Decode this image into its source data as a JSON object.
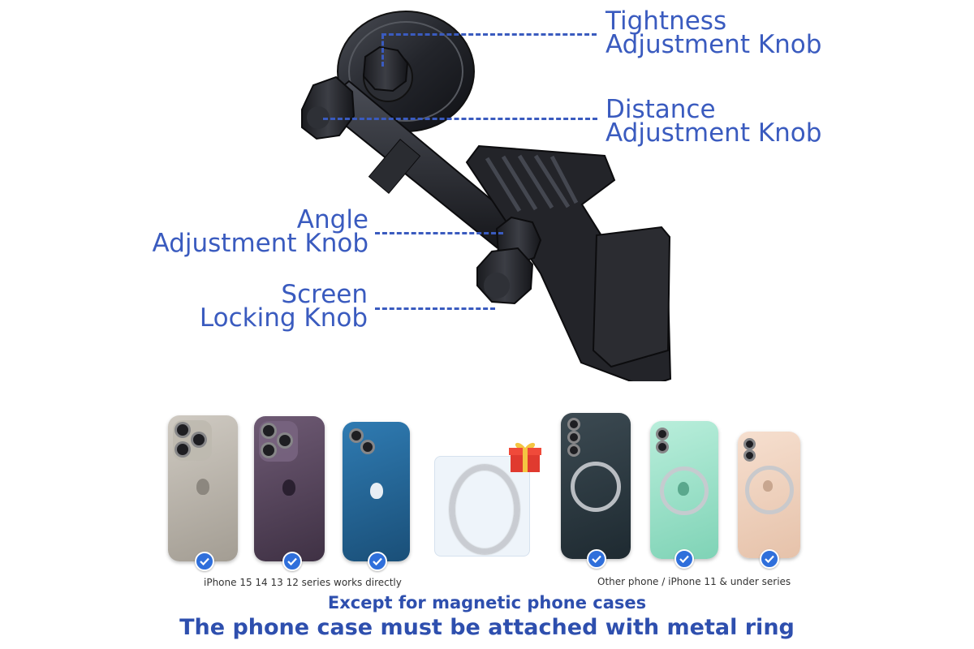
{
  "callouts": {
    "tightness": [
      "Tightness",
      "Adjustment Knob"
    ],
    "distance": [
      "Distance",
      "Adjustment Knob"
    ],
    "angle": [
      "Angle",
      "Adjustment Knob"
    ],
    "screen": [
      "Screen",
      "Locking Knob"
    ]
  },
  "captions": {
    "left": "iPhone 15 14 13 12 series works directly",
    "right": "Other phone / iPhone 11 & under series"
  },
  "banner": {
    "line1": "Except for magnetic phone cases",
    "line2": "The phone case must be attached with metal ring"
  },
  "colors": {
    "accent": "#3a5bbf",
    "check": "#2f6fdb"
  },
  "phones": [
    {
      "model": "titanium-iphone",
      "compatible": true
    },
    {
      "model": "purple-iphone",
      "compatible": true
    },
    {
      "model": "blue-iphone",
      "compatible": true
    },
    {
      "model": "metal-ring-gift",
      "compatible": false
    },
    {
      "model": "dark-android-phone",
      "compatible": true
    },
    {
      "model": "green-iphone",
      "compatible": true
    },
    {
      "model": "gold-iphone",
      "compatible": true
    }
  ],
  "icons": [
    "check-icon",
    "gift-icon",
    "apple-logo-icon"
  ]
}
